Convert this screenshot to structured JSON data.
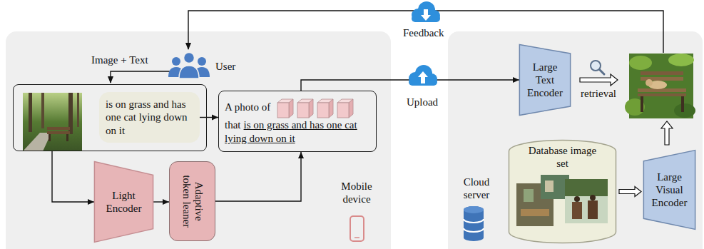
{
  "diagram": {
    "nodes": [
      {
        "text": [
          "Mobile device"
        ]
      },
      {
        "text": [],
        "in": 0
      },
      {
        "text": [
          "is on grass and has one cat lying down on it"
        ],
        "in": 1
      },
      {
        "text": [
          "Light Encoder"
        ],
        "in": 0
      },
      {
        "text": [
          "Adaptive token leaner"
        ],
        "in": 0
      },
      {
        "text": [
          "A photo of",
          "that",
          "is on grass and has one cat lying down on it"
        ],
        "in": 0
      },
      {
        "text": [
          "Cloud server"
        ]
      },
      {
        "text": [
          "Large Text Encoder"
        ],
        "in": 6
      },
      {
        "text": [
          "Database image set"
        ],
        "in": 6
      },
      {
        "text": [
          "Large Visual Encoder"
        ],
        "in": 6
      }
    ],
    "edges": [
      {
        "from": 1,
        "to": 3,
        "arrow": "to"
      },
      {
        "from": 3,
        "to": 4,
        "arrow": "to"
      },
      {
        "from": 4,
        "to": 5,
        "arrow": "to"
      },
      {
        "from": 2,
        "to": 5,
        "arrow": "to"
      },
      {
        "from": 5,
        "to": 7,
        "arrow": "to",
        "label": "Upload"
      },
      {
        "from": 8,
        "to": 9,
        "arrow": "to"
      }
    ],
    "labels": [
      "Feedback",
      "Image + Text",
      "User",
      "retrieval"
    ]
  }
}
